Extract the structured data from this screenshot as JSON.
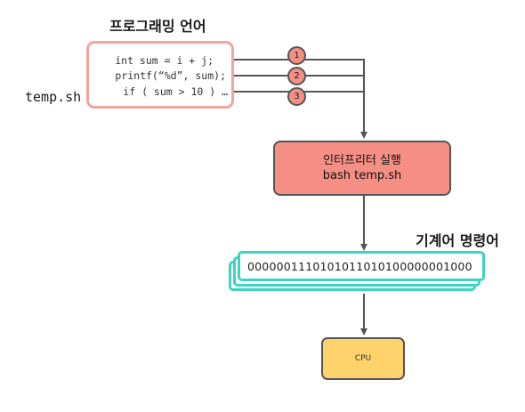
{
  "titles": {
    "programming_language": "프로그래밍 언어",
    "machine_code": "기계어 명령어"
  },
  "source": {
    "filename": "temp.sh",
    "lines": [
      "int sum = i + j;",
      "printf(“%d”, sum);",
      "if ( sum > 10 ) …"
    ]
  },
  "badges": [
    "1",
    "2",
    "3"
  ],
  "interpreter": {
    "line1": "인터프리터 실행",
    "line2": "bash temp.sh"
  },
  "machine_code": {
    "bits": "0000001110101011010100000001000"
  },
  "cpu": {
    "label": "CPU"
  },
  "colors": {
    "code_border": "#f2a59a",
    "interpreter_fill": "#f58f84",
    "badge_fill": "#f58f84",
    "machine_code_border": "#3ed3c2",
    "cpu_fill": "#ffd36b",
    "line": "#555555"
  }
}
